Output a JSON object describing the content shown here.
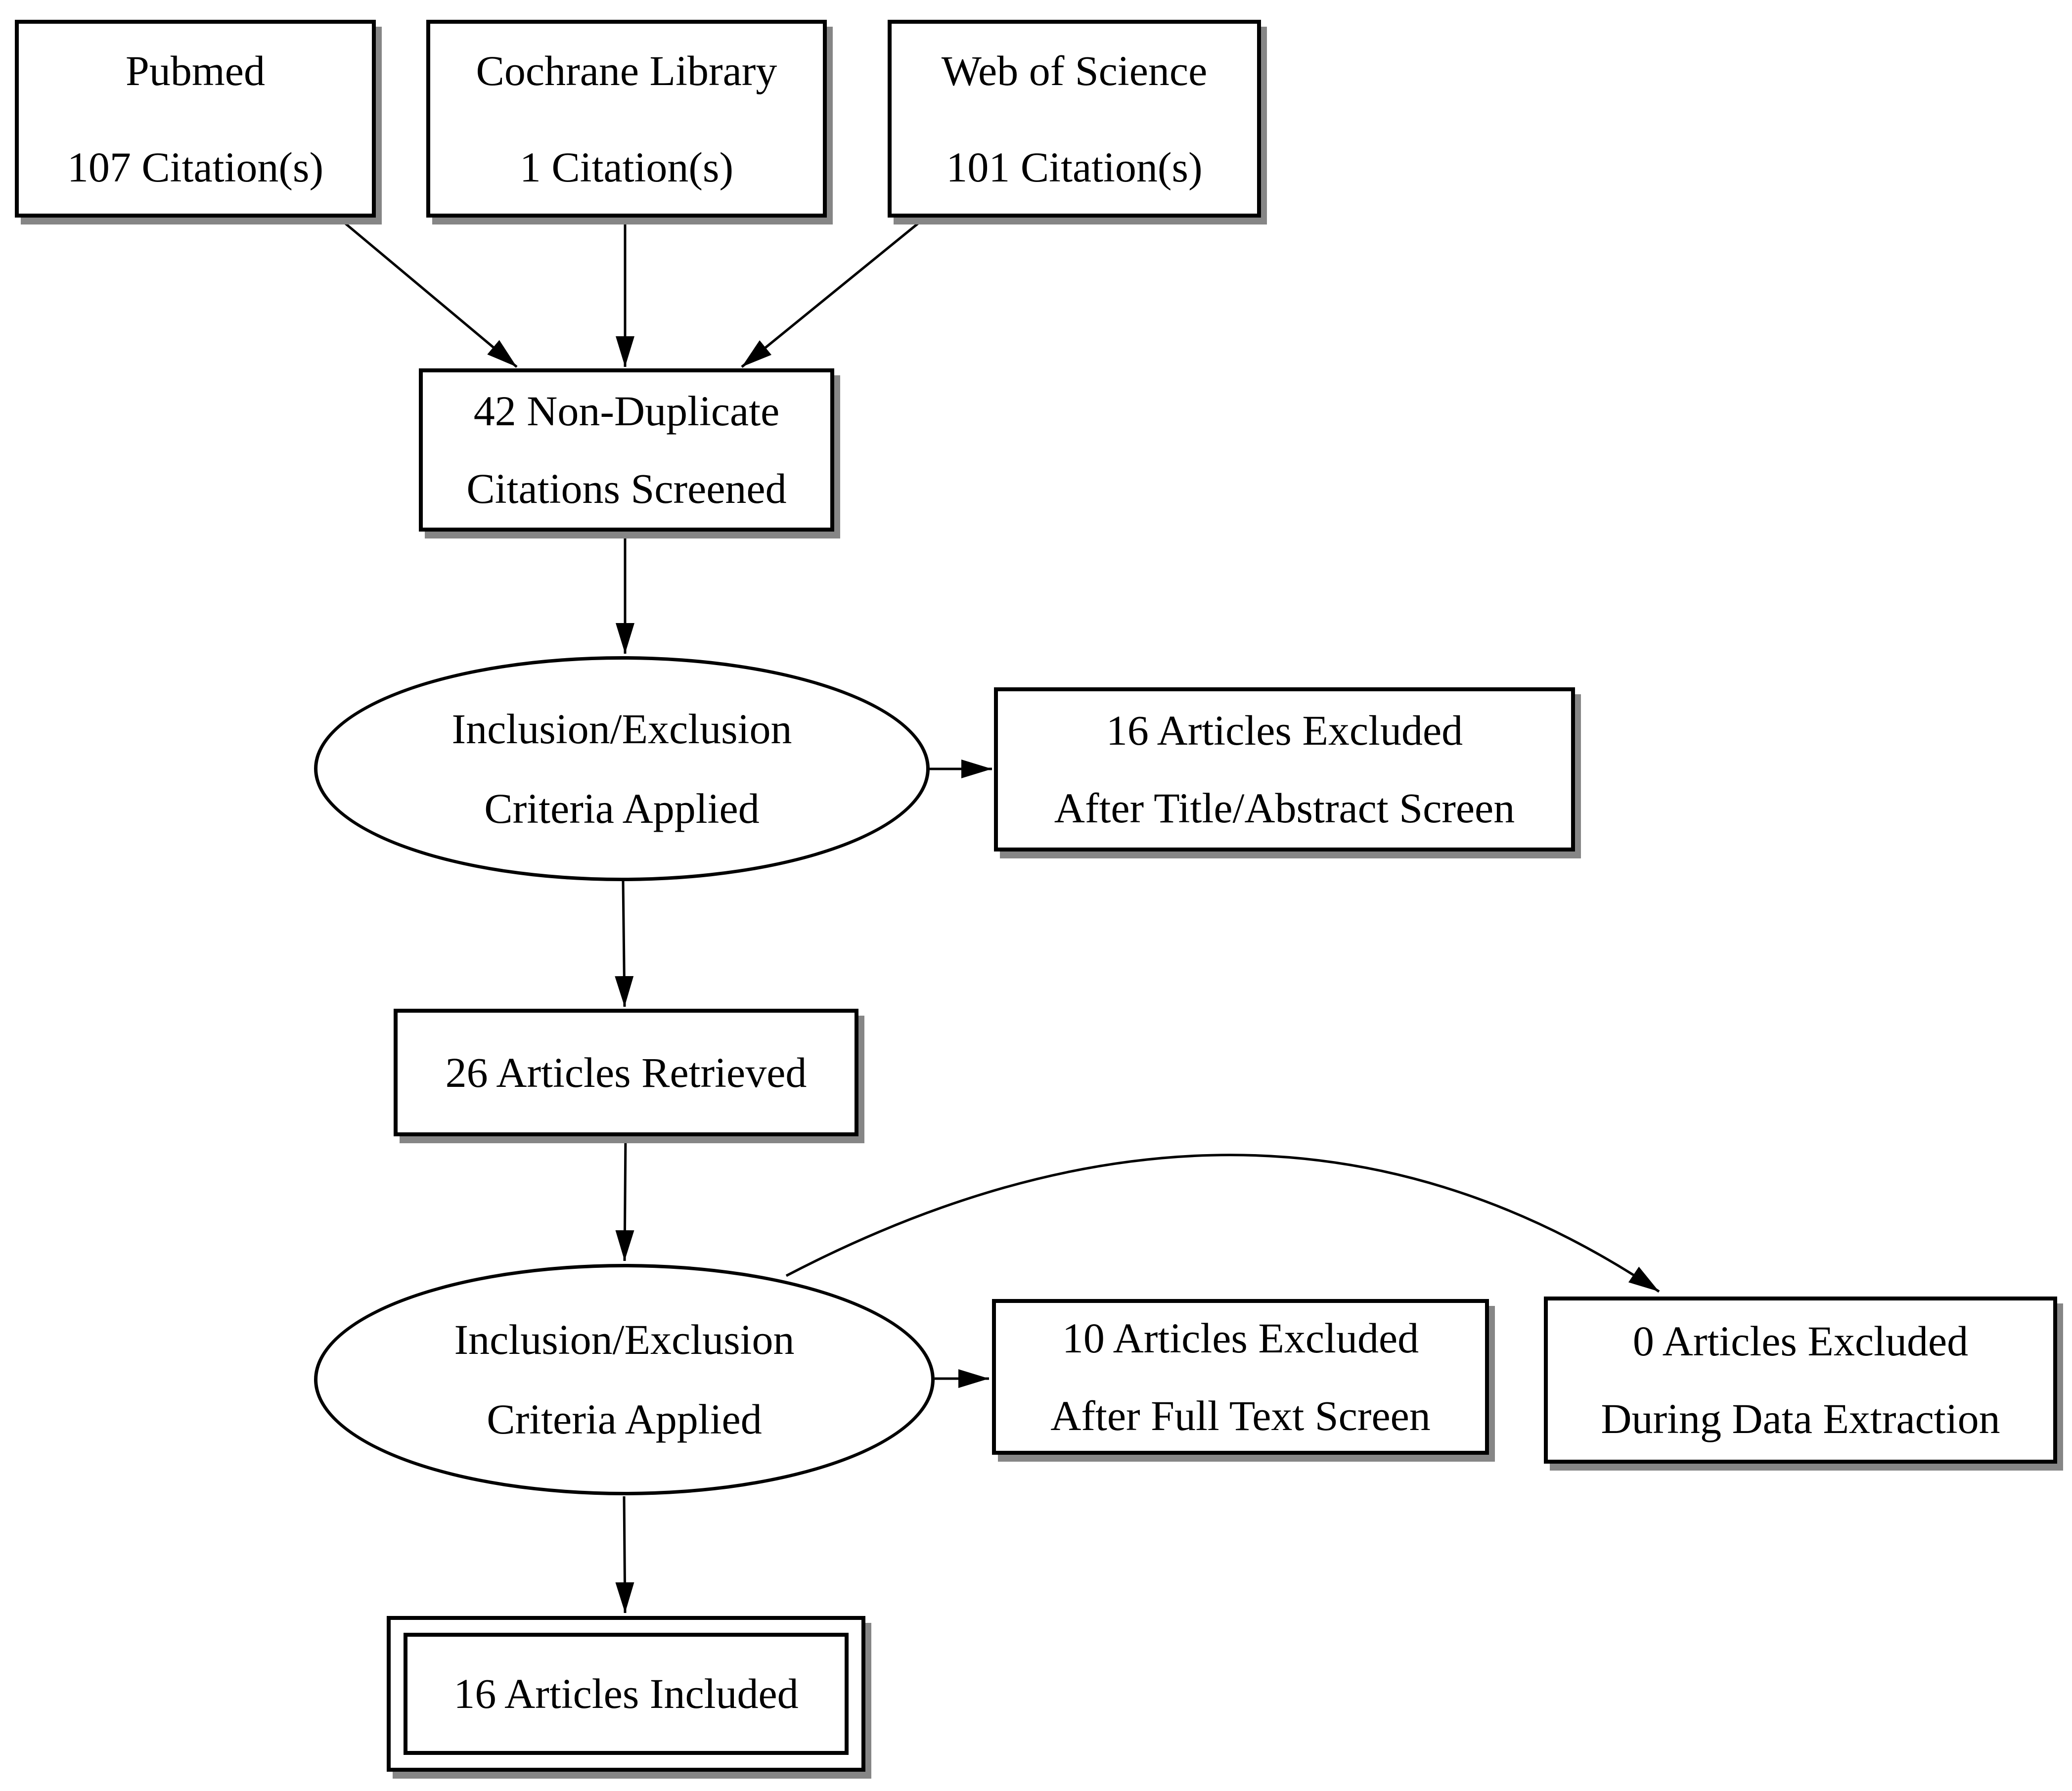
{
  "diagram": {
    "type": "flowchart",
    "background": "#ffffff",
    "node_fill": "#ffffff",
    "node_border_color": "#000000",
    "node_shadow_color": "#868686",
    "edge_color": "#000000",
    "nodes": {
      "pubmed": {
        "lines": [
          "Pubmed",
          "107 Citation(s)"
        ]
      },
      "cochrane_library": {
        "lines": [
          "Cochrane Library",
          "1 Citation(s)"
        ]
      },
      "web_of_science": {
        "lines": [
          "Web of Science",
          "101 Citation(s)"
        ]
      },
      "non_duplicate_screened": {
        "lines": [
          "42 Non-Duplicate",
          "Citations Screened"
        ]
      },
      "criteria_applied_1": {
        "lines": [
          "Inclusion/Exclusion",
          "Criteria Applied"
        ]
      },
      "excluded_title_abstract": {
        "lines": [
          "16 Articles Excluded",
          "After Title/Abstract Screen"
        ]
      },
      "articles_retrieved": {
        "lines": [
          "26 Articles Retrieved"
        ]
      },
      "criteria_applied_2": {
        "lines": [
          "Inclusion/Exclusion",
          "Criteria Applied"
        ]
      },
      "excluded_full_text": {
        "lines": [
          "10 Articles Excluded",
          "After Full Text Screen"
        ]
      },
      "excluded_data_extraction": {
        "lines": [
          "0 Articles Excluded",
          "During Data Extraction"
        ]
      },
      "articles_included": {
        "lines": [
          "16 Articles Included"
        ]
      }
    }
  }
}
